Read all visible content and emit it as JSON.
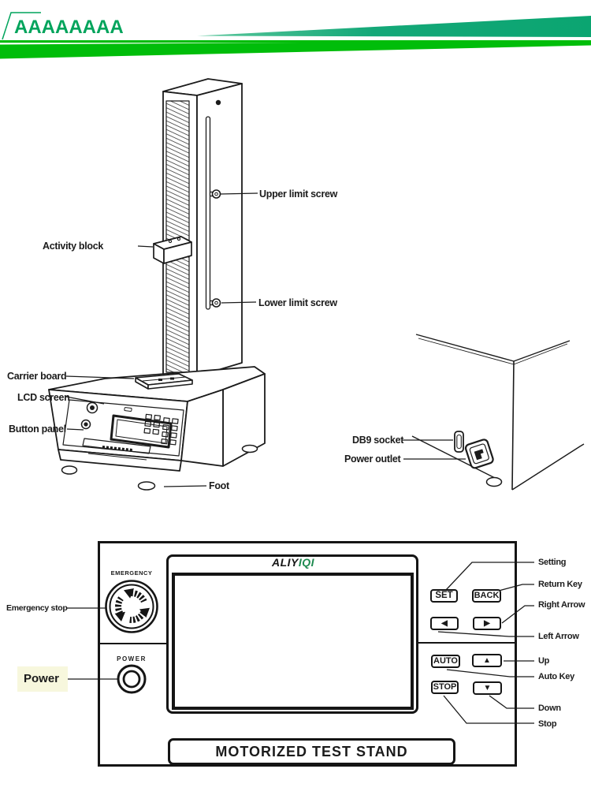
{
  "header": {
    "title": "AAAAAAAA"
  },
  "colors": {
    "title_green": "#00A45C",
    "bar_green": "#00BD0A",
    "wedge_green": "#14A878",
    "brand_green": "#1E8A50",
    "power_highlight": "#F7F7DD"
  },
  "stand_diagram": {
    "labels": {
      "upper_limit_screw": "Upper limit screw",
      "activity_block": "Activity block",
      "lower_limit_screw": "Lower limit screw",
      "carrier_board": "Carrier board",
      "lcd_screen": "LCD screen",
      "button_panel": "Button panel",
      "foot": "Foot"
    }
  },
  "rear_diagram": {
    "labels": {
      "db9_socket": "DB9 socket",
      "power_outlet": "Power outlet"
    }
  },
  "control_panel": {
    "brand_prefix": "ALIY",
    "brand_suffix": "IQI",
    "emergency_section_label": "EMERGENCY",
    "power_section_label": "POWER",
    "footer_label": "MOTORIZED TEST STAND",
    "buttons": {
      "set": "SET",
      "back": "BACK",
      "left": "◀",
      "right": "▶",
      "auto": "AUTO",
      "up": "▲",
      "stop": "STOP",
      "down": "▼"
    },
    "callouts": {
      "emergency_stop": "Emergency stop",
      "power": "Power",
      "setting": "Setting",
      "return_key": "Return Key",
      "right_arrow": "Right Arrow",
      "left_arrow": "Left Arrow",
      "up": "Up",
      "auto_key": "Auto Key",
      "down": "Down",
      "stop": "Stop"
    }
  }
}
